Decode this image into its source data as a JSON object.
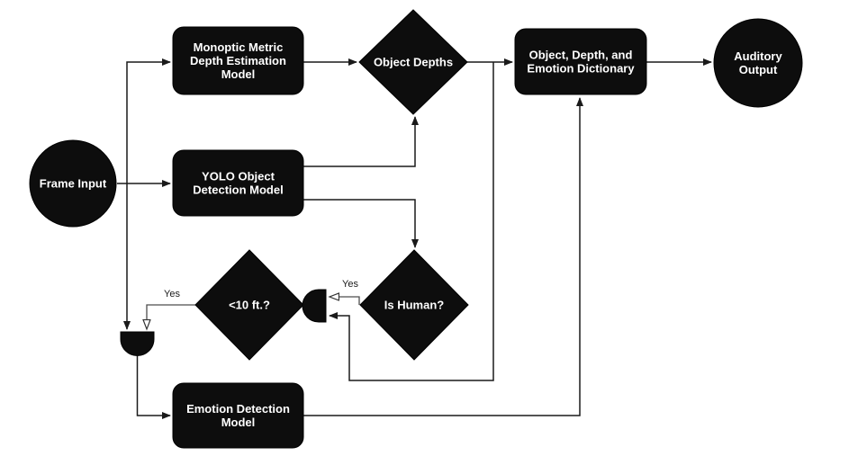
{
  "diagram": {
    "title": "Assistive vision pipeline flowchart",
    "colors": {
      "background": "#ffffff",
      "shape_fill": "#0d0d0d",
      "node_text": "#ffffff",
      "edge_stroke": "#1a1a1a",
      "yes_edge_stroke": "#4d4d4d"
    },
    "nodes": {
      "frame_input": {
        "type": "circle",
        "label": "Frame Input"
      },
      "monoptic": {
        "type": "rounded-rect",
        "lines": [
          "Monoptic Metric",
          "Depth Estimation",
          "Model"
        ]
      },
      "yolo": {
        "type": "rounded-rect",
        "lines": [
          "YOLO Object",
          "Detection Model"
        ]
      },
      "object_depths": {
        "type": "diamond",
        "label": "Object Depths"
      },
      "dictionary": {
        "type": "rounded-rect",
        "lines": [
          "Object, Depth, and",
          "Emotion Dictionary"
        ]
      },
      "auditory_output": {
        "type": "circle",
        "lines": [
          "Auditory",
          "Output"
        ]
      },
      "lt10ft": {
        "type": "diamond",
        "label": "<10 ft.?"
      },
      "is_human": {
        "type": "diamond",
        "label": "Is Human?"
      },
      "emotion": {
        "type": "rounded-rect",
        "lines": [
          "Emotion Detection",
          "Model"
        ]
      },
      "and_junction_left": {
        "type": "and-gate",
        "orientation": "down"
      },
      "and_junction_right": {
        "type": "and-gate",
        "orientation": "left"
      }
    },
    "edge_labels": {
      "lt10ft_yes": "Yes",
      "is_human_yes": "Yes"
    },
    "edges": [
      {
        "from": "frame_input",
        "to": "yolo"
      },
      {
        "from": "frame_input",
        "to": "monoptic"
      },
      {
        "from": "frame_input",
        "to": "and_junction_left"
      },
      {
        "from": "monoptic",
        "to": "object_depths"
      },
      {
        "from": "yolo",
        "to": "object_depths"
      },
      {
        "from": "yolo",
        "to": "is_human"
      },
      {
        "from": "object_depths",
        "to": "dictionary"
      },
      {
        "from": "object_depths",
        "to": "and_junction_right"
      },
      {
        "from": "is_human",
        "to": "and_junction_right",
        "label": "Yes"
      },
      {
        "from": "and_junction_right",
        "to": "lt10ft"
      },
      {
        "from": "lt10ft",
        "to": "and_junction_left",
        "label": "Yes"
      },
      {
        "from": "and_junction_left",
        "to": "emotion"
      },
      {
        "from": "emotion",
        "to": "dictionary"
      },
      {
        "from": "dictionary",
        "to": "auditory_output"
      }
    ]
  }
}
